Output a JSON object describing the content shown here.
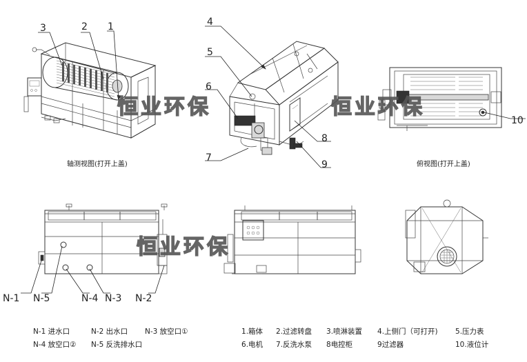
{
  "watermark": "恒业环保",
  "callouts": [
    "1",
    "2",
    "3",
    "4",
    "5",
    "6",
    "7",
    "8",
    "9",
    "10"
  ],
  "view_captions": {
    "axonometric": "轴测视图(打开上盖)",
    "top": "俯视图(打开上盖)"
  },
  "nozzle_labels": [
    "N-1",
    "N-5",
    "N-4",
    "N-3",
    "N-2"
  ],
  "nozzle_legend": [
    {
      "code": "N-1",
      "name": "进水口"
    },
    {
      "code": "N-2",
      "name": "出水口"
    },
    {
      "code": "N-3",
      "name": "放空口①"
    },
    {
      "code": "N-4",
      "name": "放空口②"
    },
    {
      "code": "N-5",
      "name": "反洗排水口"
    }
  ],
  "parts_legend": [
    {
      "num": "1",
      "name": "箱体"
    },
    {
      "num": "2",
      "name": "过滤转盘"
    },
    {
      "num": "3",
      "name": "喷淋装置"
    },
    {
      "num": "4",
      "name": "上侧门（可打开)"
    },
    {
      "num": "5",
      "name": "压力表"
    },
    {
      "num": "6",
      "name": "电机"
    },
    {
      "num": "7",
      "name": "反洗水泵"
    },
    {
      "num": "8",
      "name": "电控柜"
    },
    {
      "num": "9",
      "name": "过滤器"
    },
    {
      "num": "10",
      "name": "液位计"
    }
  ]
}
